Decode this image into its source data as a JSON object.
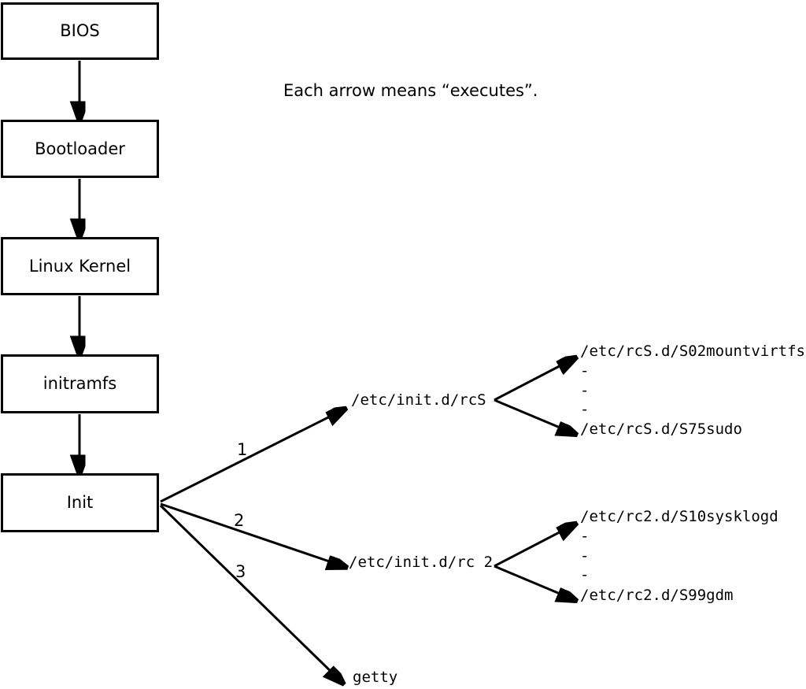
{
  "note": "Each arrow means “executes”.",
  "colors": {
    "ink": "#000000",
    "background": "#ffffff"
  },
  "boot_chain": [
    {
      "label": "BIOS"
    },
    {
      "label": "Bootloader"
    },
    {
      "label": "Linux Kernel"
    },
    {
      "label": "initramfs"
    },
    {
      "label": "Init"
    }
  ],
  "init_branches": [
    {
      "order": "1",
      "target": "/etc/init.d/rcS"
    },
    {
      "order": "2",
      "target": "/etc/init.d/rc 2"
    },
    {
      "order": "3",
      "target": "getty"
    }
  ],
  "rcS_scripts": {
    "first": "/etc/rcS.d/S02mountvirtfs",
    "dash1": "-",
    "dash2": "-",
    "dash3": "-",
    "last": "/etc/rcS.d/S75sudo"
  },
  "rc2_scripts": {
    "first": "/etc/rc2.d/S10sysklogd",
    "dash1": "-",
    "dash2": "-",
    "dash3": "-",
    "last": "/etc/rc2.d/S99gdm"
  }
}
